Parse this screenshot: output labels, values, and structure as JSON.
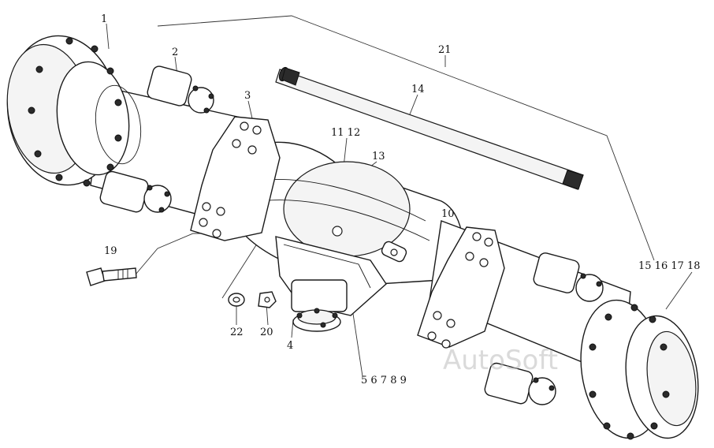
{
  "watermark": "AutoSoft",
  "callouts": {
    "c1": "1",
    "c2": "2",
    "c3": "3",
    "c4": "4",
    "c5_9": "5 6 7 8 9",
    "c10": "10",
    "c11_12": "11 12",
    "c13": "13",
    "c14": "14",
    "c15_18": "15 16 17 18",
    "c19": "19",
    "c20": "20",
    "c21": "21",
    "c22": "22"
  }
}
